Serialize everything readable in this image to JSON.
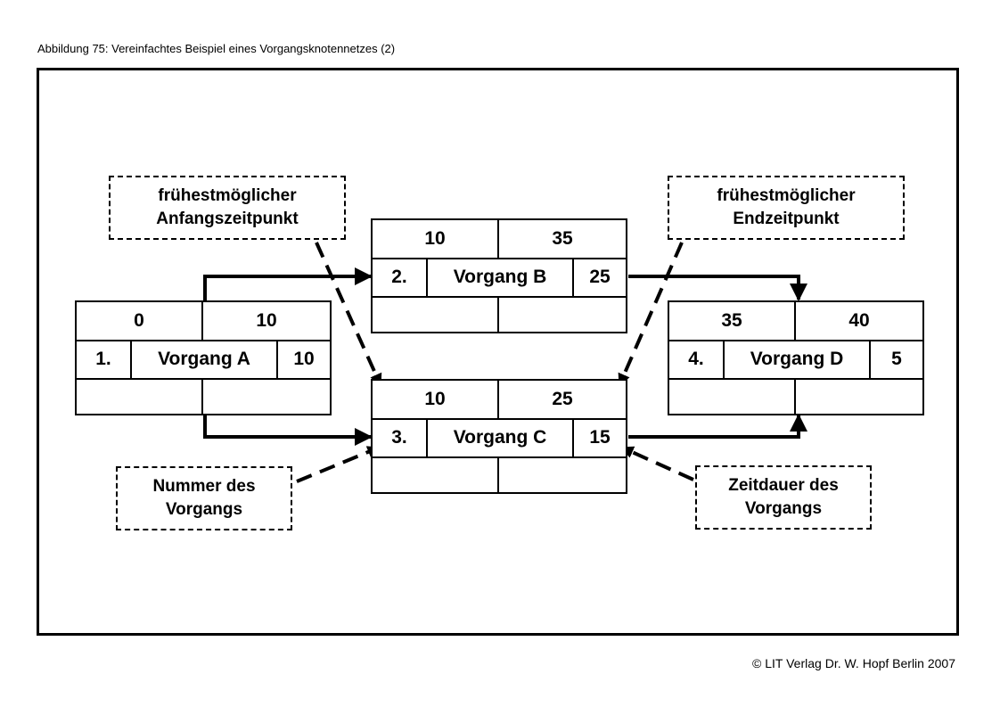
{
  "caption": "Abbildung 75: Vereinfachtes Beispiel eines Vorgangsknotennetzes (2)",
  "copyright": "© LIT Verlag Dr. W. Hopf Berlin 2007",
  "nodes": [
    {
      "start": "0",
      "end": "10",
      "number": "1.",
      "name": "Vorgang A",
      "duration": "10"
    },
    {
      "start": "10",
      "end": "35",
      "number": "2.",
      "name": "Vorgang B",
      "duration": "25"
    },
    {
      "start": "10",
      "end": "25",
      "number": "3.",
      "name": "Vorgang C",
      "duration": "15"
    },
    {
      "start": "35",
      "end": "40",
      "number": "4.",
      "name": "Vorgang D",
      "duration": "5"
    }
  ],
  "labels": {
    "earliest_start": {
      "line1": "frühestmöglicher",
      "line2": "Anfangszeitpunkt"
    },
    "earliest_end": {
      "line1": "frühestmöglicher",
      "line2": "Endzeitpunkt"
    },
    "number": {
      "line1": "Nummer des",
      "line2": "Vorgangs"
    },
    "duration": {
      "line1": "Zeitdauer des",
      "line2": "Vorgangs"
    }
  }
}
